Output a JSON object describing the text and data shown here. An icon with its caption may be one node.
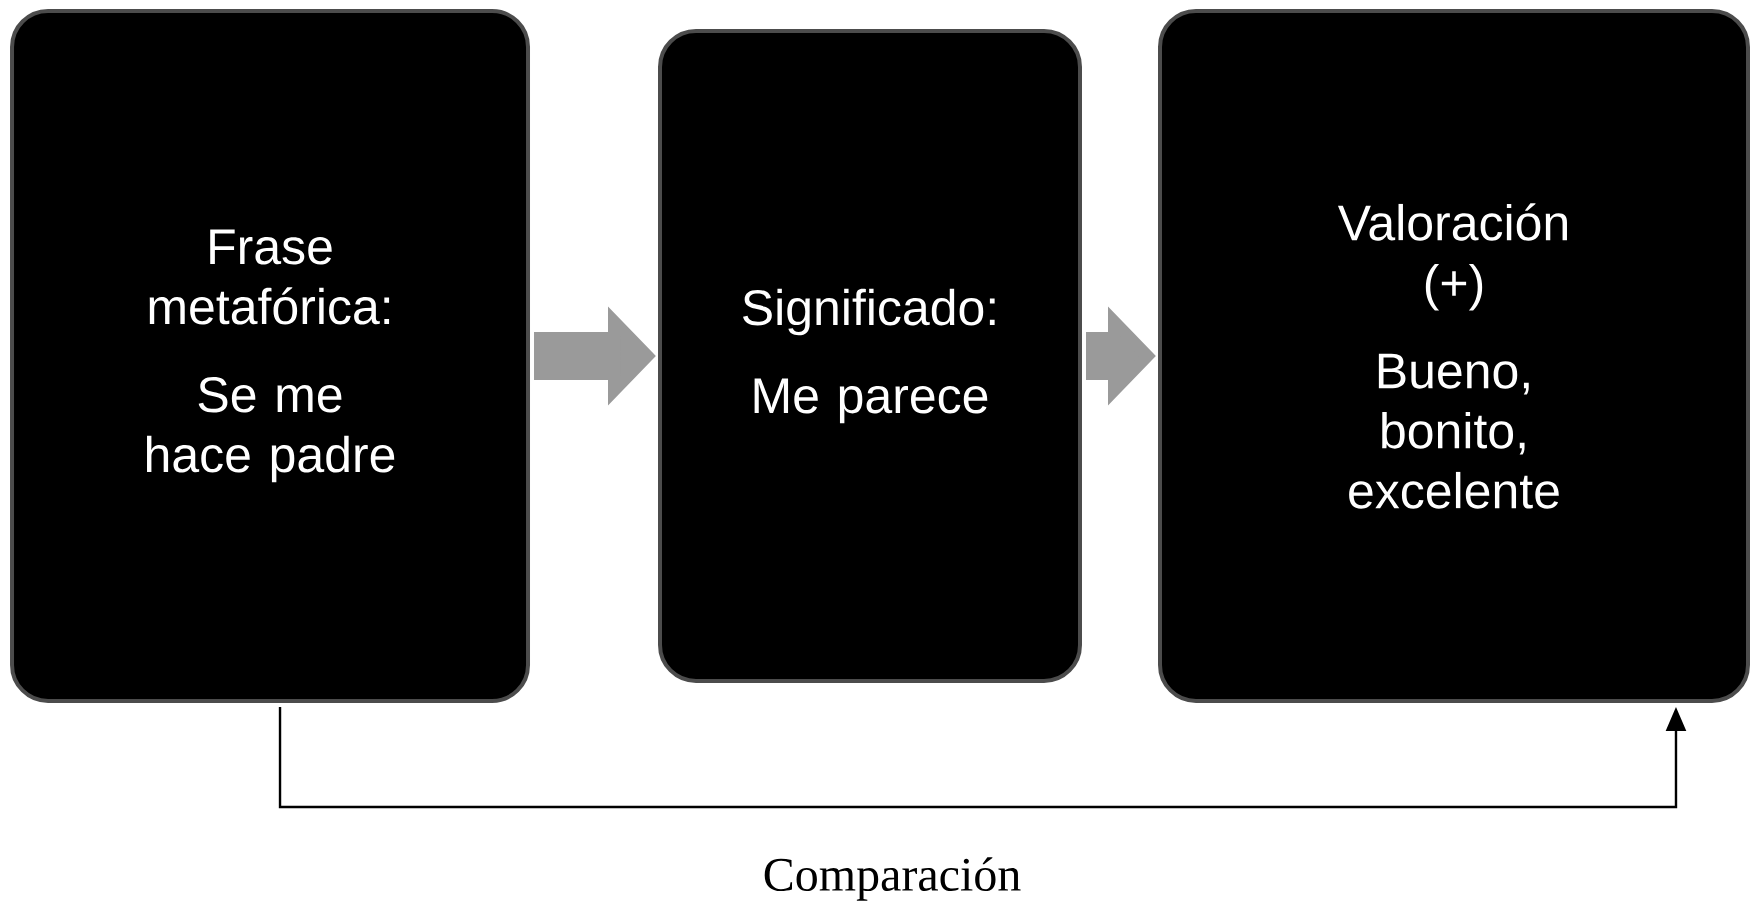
{
  "diagram": {
    "nodes": [
      {
        "text": [
          "Frase metafórica:",
          "Se me hace padre"
        ]
      },
      {
        "text": [
          "Significado:",
          "Me parece"
        ]
      },
      {
        "text": [
          "Valoración (+)",
          "Bueno, bonito, excelente"
        ]
      }
    ],
    "edges": [
      {
        "from": 0,
        "to": 1,
        "arrow": "to"
      },
      {
        "from": 1,
        "to": 2,
        "arrow": "to"
      },
      {
        "from": 0,
        "to": 2,
        "arrow": "to",
        "label": "Comparación",
        "color": "#000000"
      }
    ]
  }
}
